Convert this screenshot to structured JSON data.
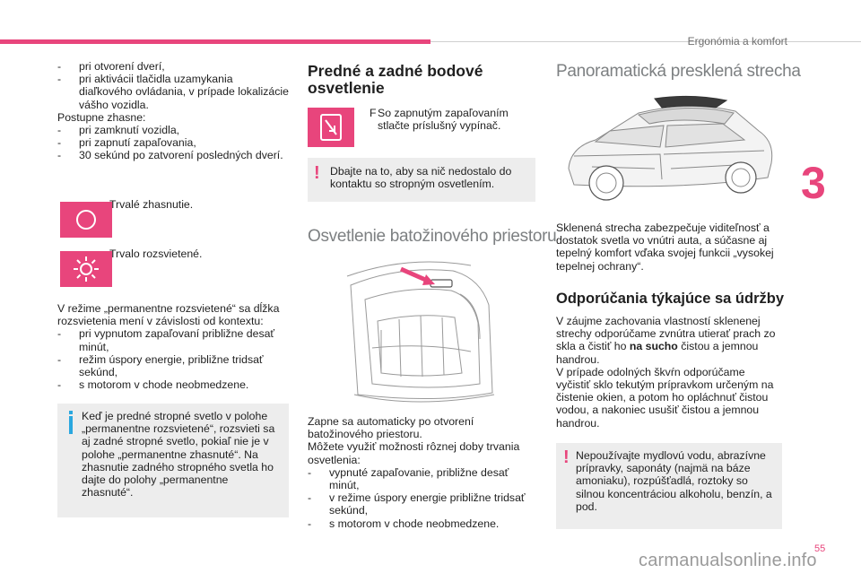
{
  "header": {
    "section": "Ergonómia a komfort",
    "chapter": "3",
    "page": "55",
    "watermark": "carmanualsonline.info"
  },
  "col1": {
    "list_a": [
      "pri otvorení dverí,",
      "pri aktivácii tlačidla uzamykania diaľkového ovládania, v prípade lokalizácie vášho vozidla."
    ],
    "turn_off_label": "Postupne zhasne:",
    "list_b": [
      "pri zamknutí vozidla,",
      "pri zapnutí zapaľovania,",
      "30 sekúnd po zatvorení posledných dverí."
    ],
    "icon_off_label": "Trvalé zhasnutie.",
    "icon_on_label": "Trvalo rozsvietené.",
    "mode_text": "V režime „permanentne rozsvietené“ sa dĺžka rozsvietenia mení v závislosti od kontextu:",
    "list_c": [
      "pri vypnutom zapaľovaní približne desať minút,",
      "režim úspory energie, približne tridsať sekúnd,",
      "s motorom v chode neobmedzene."
    ],
    "info_note": "Keď je predné stropné svetlo v polohe „permanentne rozsvietené“, rozsvieti sa aj zadné stropné svetlo, pokiaľ nie je v polohe „permanentne zhasnuté“. Na zhasnutie zadného stropného svetla ho dajte do polohy „permanentne zhasnuté“."
  },
  "col2": {
    "title_line1": "Predné a zadné bodové",
    "title_line2": "osvetlenie",
    "switch_text": "So zapnutým zapaľovaním stlačte príslušný vypínač.",
    "switch_bullet": "F",
    "warning_mark": "!",
    "warning_text": "Dbajte na to, aby sa nič nedostalo do kontaktu so stropným osvetlením.",
    "trunk_title": "Osvetlenie batožinového priestoru",
    "trunk_text_1": "Zapne sa automaticky po otvorení batožinového priestoru.",
    "trunk_text_2": "Môžete využiť možnosti rôznej doby trvania osvetlenia:",
    "list_d": [
      "vypnuté zapaľovanie, približne desať minút,",
      "v režime úspory energie približne tridsať sekúnd,",
      "s motorom v chode neobmedzene."
    ]
  },
  "col3": {
    "title": "Panoramatická presklená strecha",
    "roof_text": "Sklenená strecha zabezpečuje viditeľnosť a dostatok svetla vo vnútri auta, a súčasne aj tepelný komfort vďaka svojej funkcii „vysokej tepelnej ochrany“.",
    "maint_title": "Odporúčania týkajúce sa údržby",
    "maint_text_1a": "V záujme zachovania vlastností sklenenej strechy odporúčame zvnútra utierať prach zo skla a čistiť ho ",
    "maint_text_1b": "na sucho",
    "maint_text_1c": " čistou a jemnou handrou.",
    "maint_text_2": "V prípade odolných škvŕn odporúčame vyčistiť sklo tekutým prípravkom určeným na čistenie okien, a potom ho opláchnuť čistou vodou, a nakoniec usušiť čistou a jemnou handrou.",
    "warning_mark": "!",
    "warning_text": "Nepoužívajte mydlovú vodu, abrazívne prípravky, saponáty (najmä na báze amoniaku), rozpúšťadlá, roztoky so silnou koncentráciou alkoholu, benzín, a pod."
  },
  "colors": {
    "accent": "#e8457c",
    "info": "#2aa7df",
    "note_bg": "#ededed"
  }
}
